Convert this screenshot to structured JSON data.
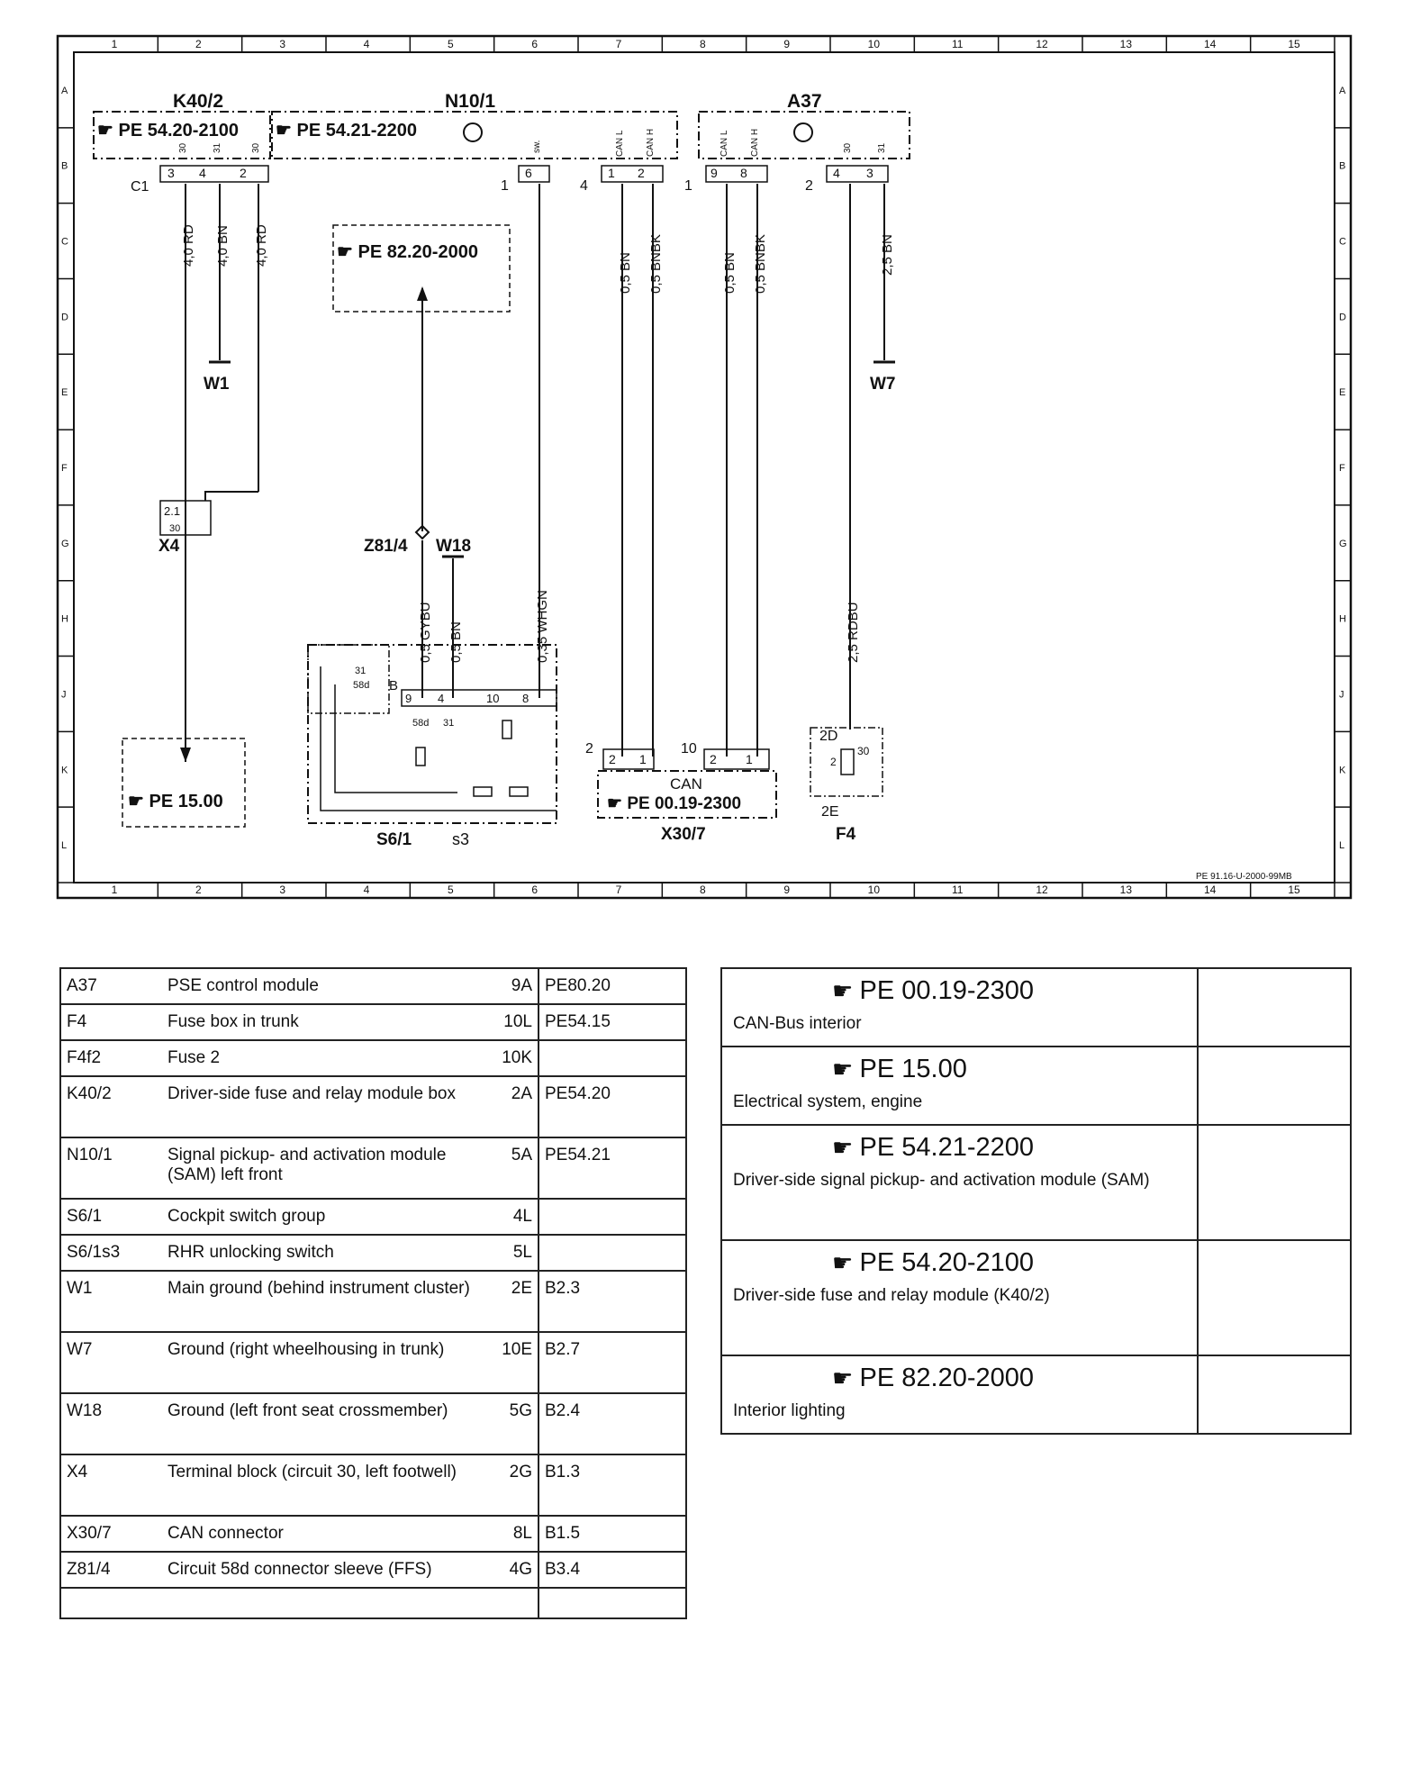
{
  "diagram": {
    "grid_cols": [
      "1",
      "2",
      "3",
      "4",
      "5",
      "6",
      "7",
      "8",
      "9",
      "10",
      "11",
      "12",
      "13",
      "14",
      "15"
    ],
    "grid_rows": [
      "A",
      "B",
      "C",
      "D",
      "E",
      "F",
      "G",
      "H",
      "J",
      "K",
      "L"
    ],
    "sheet_id": "PE 91.16-U-2000-99MB",
    "components": {
      "k402": {
        "name": "K40/2",
        "ref": "PE 54.20-2100",
        "pins": [
          "30",
          "31",
          "30"
        ],
        "pin_nums": [
          "3",
          "4",
          "2"
        ],
        "connector": "C1"
      },
      "n101": {
        "name": "N10/1",
        "ref": "PE 54.21-2200",
        "pins": [
          "sw.",
          "CAN L",
          "CAN H"
        ],
        "pin_nums": [
          "1",
          "6",
          "4",
          "1",
          "2",
          "1"
        ]
      },
      "a37": {
        "name": "A37",
        "pins": [
          "CAN L",
          "CAN H",
          "30",
          "31"
        ],
        "pin_nums": [
          "9",
          "8",
          "2",
          "4",
          "3"
        ]
      },
      "x4": {
        "name": "X4",
        "pins": [
          "2.1",
          "30"
        ]
      },
      "z814": {
        "name": "Z81/4"
      },
      "w18": {
        "name": "W18"
      },
      "w1": {
        "name": "W1"
      },
      "w7": {
        "name": "W7"
      },
      "s61": {
        "name": "S6/1",
        "sub": "s3",
        "pins": [
          "31",
          "58d",
          "B",
          "9",
          "4",
          "10",
          "8",
          "58d",
          "31"
        ]
      },
      "x307": {
        "name": "X30/7",
        "label": "CAN",
        "ref": "PE 00.19-2300",
        "pins": [
          "2",
          "2",
          "1",
          "10",
          "2",
          "1"
        ]
      },
      "f4": {
        "name": "F4",
        "pins": [
          "2D",
          "2",
          "30",
          "2E"
        ]
      },
      "pe1500": {
        "ref": "PE 15.00"
      },
      "pe8220": {
        "ref": "PE 82.20-2000"
      }
    },
    "wires": [
      "4,0 RD",
      "4,0 BN",
      "4,0 RD",
      "0,5 BN",
      "0,5 BNBK",
      "0,5 BN",
      "0,5 BNBK",
      "2,5 BN",
      "0,5 GYBU",
      "0,5 BN",
      "0,35 WHGN",
      "2,5 RDBU"
    ]
  },
  "components_table": [
    {
      "id": "A37",
      "desc": "PSE control module",
      "loc": "9A",
      "ref": "PE80.20"
    },
    {
      "id": "F4",
      "desc": "Fuse box in trunk",
      "loc": "10L",
      "ref": "PE54.15"
    },
    {
      "id": "F4f2",
      "desc": "Fuse 2",
      "loc": "10K",
      "ref": ""
    },
    {
      "id": "K40/2",
      "desc": "Driver-side fuse and relay module box",
      "loc": "2A",
      "ref": "PE54.20"
    },
    {
      "id": "N10/1",
      "desc": "Signal pickup- and activation module (SAM) left front",
      "loc": "5A",
      "ref": "PE54.21"
    },
    {
      "id": "S6/1",
      "desc": "Cockpit switch group",
      "loc": "4L",
      "ref": ""
    },
    {
      "id": "S6/1s3",
      "desc": "RHR unlocking switch",
      "loc": "5L",
      "ref": ""
    },
    {
      "id": "W1",
      "desc": "Main ground (behind instrument cluster)",
      "loc": "2E",
      "ref": "B2.3"
    },
    {
      "id": "W7",
      "desc": "Ground (right wheelhousing in trunk)",
      "loc": "10E",
      "ref": "B2.7"
    },
    {
      "id": "W18",
      "desc": "Ground (left front seat crossmember)",
      "loc": "5G",
      "ref": "B2.4"
    },
    {
      "id": "X4",
      "desc": "Terminal block (circuit 30, left footwell)",
      "loc": "2G",
      "ref": "B1.3"
    },
    {
      "id": "X30/7",
      "desc": "CAN connector",
      "loc": "8L",
      "ref": "B1.5"
    },
    {
      "id": "Z81/4",
      "desc": "Circuit 58d connector sleeve (FFS)",
      "loc": "4G",
      "ref": "B3.4"
    }
  ],
  "reference_table": [
    {
      "code": "PE 00.19-2300",
      "desc": "CAN-Bus interior"
    },
    {
      "code": "PE 15.00",
      "desc": "Electrical system, engine"
    },
    {
      "code": "PE 54.21-2200",
      "desc": "Driver-side signal pickup- and activation module (SAM)"
    },
    {
      "code": "PE 54.20-2100",
      "desc": "Driver-side fuse and relay module (K40/2)"
    },
    {
      "code": "PE 82.20-2000",
      "desc": "Interior lighting"
    }
  ]
}
